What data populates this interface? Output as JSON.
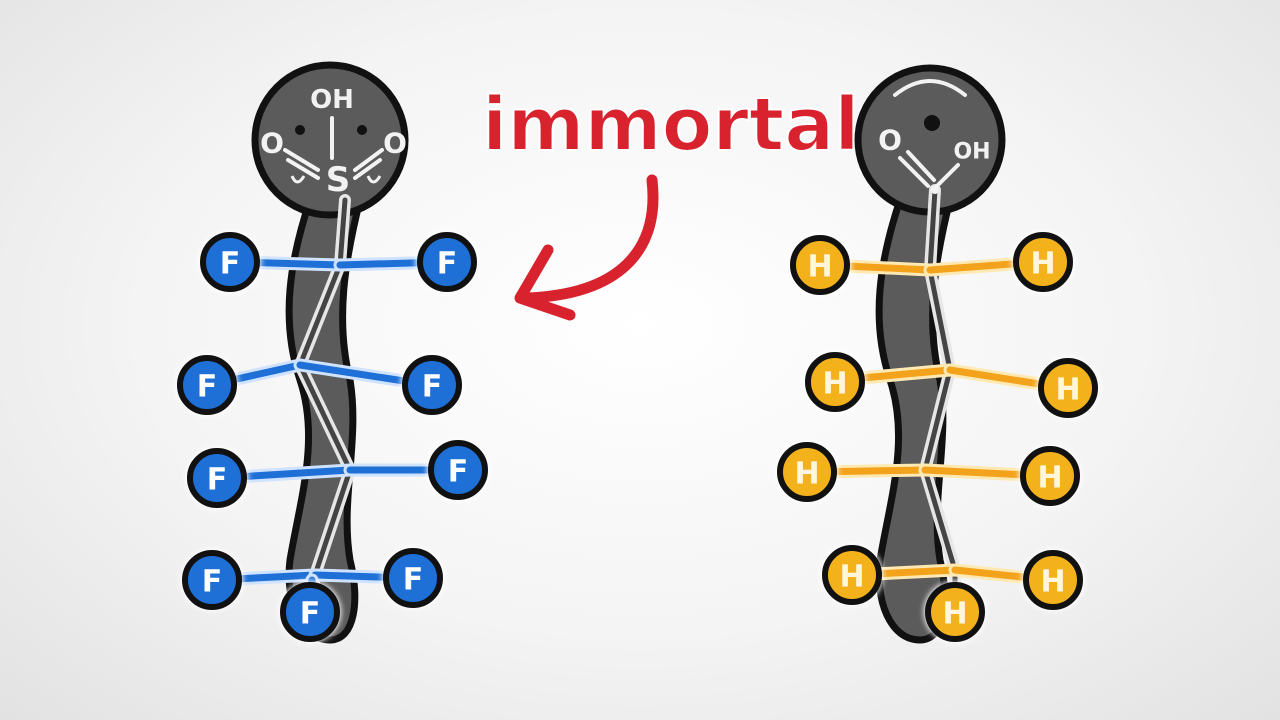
{
  "annotation": {
    "text": "immortal",
    "color": "#d8232f"
  },
  "colors": {
    "fluorine": "#1e6fd6",
    "fluorine_dark": "#0b3c86",
    "hydrogen": "#f3b21c",
    "hydrogen_dark": "#b97706",
    "chain": "#5b5b5b",
    "chain_dark": "#202020",
    "outline": "#111111"
  },
  "left_molecule": {
    "head": {
      "center_label": "S",
      "top_label": "OH",
      "left_label": "O",
      "right_label": "O"
    },
    "substituent_label": "F",
    "substituent_count": 9
  },
  "right_molecule": {
    "head": {
      "left_label": "O",
      "right_label": "OH"
    },
    "substituent_label": "H",
    "substituent_count": 9
  }
}
